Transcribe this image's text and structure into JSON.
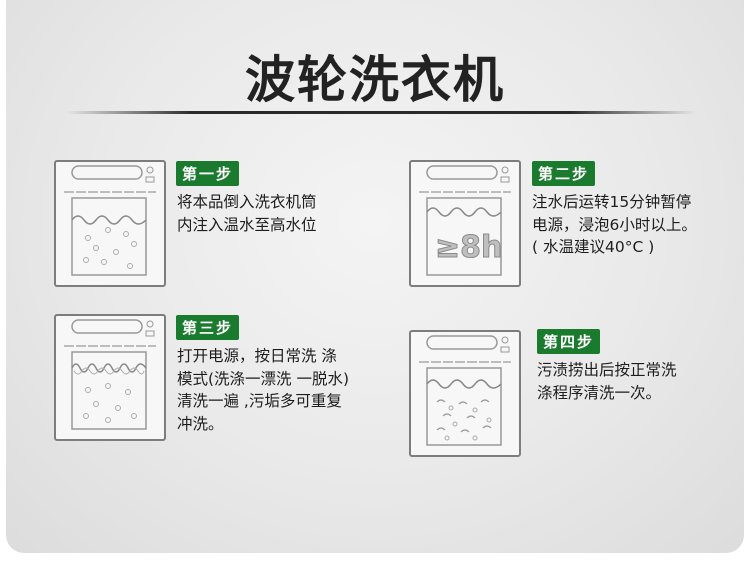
{
  "title": "波轮洗衣机",
  "steps": [
    {
      "badge": "第一步",
      "text": "将本品倒入洗衣机筒\n内注入温水至高水位"
    },
    {
      "badge": "第二步",
      "text": "注水后运转15分钟暂停\n电源，浸泡6小时以上。\n( 水温建议40°C )",
      "soak_label": "≥8h"
    },
    {
      "badge": "第三步",
      "text": "打开电源，按日常洗 涤\n模式(洗涤一漂洗 一脱水)\n清洗一遍 ,污垢多可重复\n冲洗。"
    },
    {
      "badge": "第四步",
      "text": "污渍捞出后按正常洗\n涤程序清洗一次。"
    }
  ],
  "colors": {
    "badge_bg": "#1a7a2e",
    "panel_line": "#8a8a8a"
  }
}
